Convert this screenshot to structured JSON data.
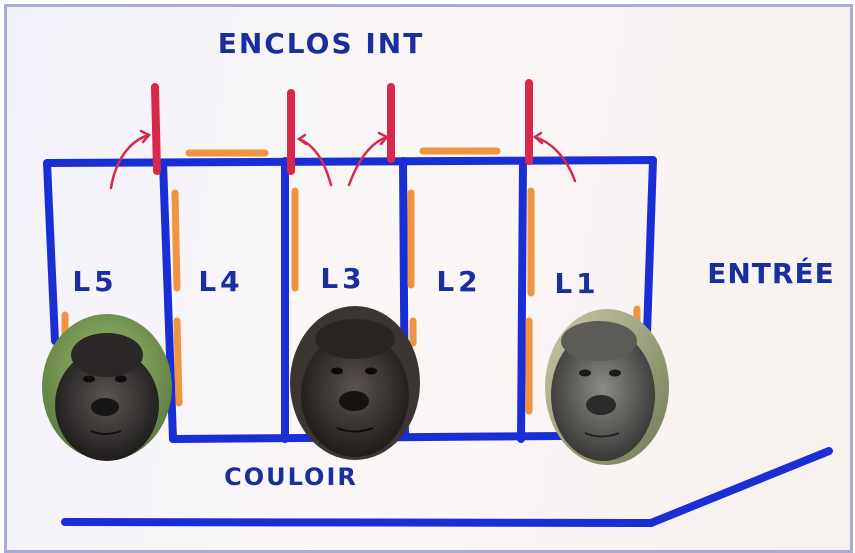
{
  "title": "ENCLOS INT",
  "entrance_label": "ENTRÉE",
  "corridor_label": "COULOIR",
  "cells": [
    {
      "id": "L5",
      "label": "L5"
    },
    {
      "id": "L4",
      "label": "L4"
    },
    {
      "id": "L3",
      "label": "L3"
    },
    {
      "id": "L2",
      "label": "L2"
    },
    {
      "id": "L1",
      "label": "L1"
    }
  ],
  "colors": {
    "walls": "#1a2ed6",
    "text": "#1a2ea0",
    "doors_to_enclosure": "#d9284a",
    "internal_doors": "#f08a2c",
    "background": "#f7f3f4"
  },
  "portraits": [
    {
      "icon": "gorilla-photo",
      "position": "in L5"
    },
    {
      "icon": "gorilla-photo",
      "position": "between L4 and L3"
    },
    {
      "icon": "gorilla-photo",
      "position": "in L1"
    }
  ]
}
